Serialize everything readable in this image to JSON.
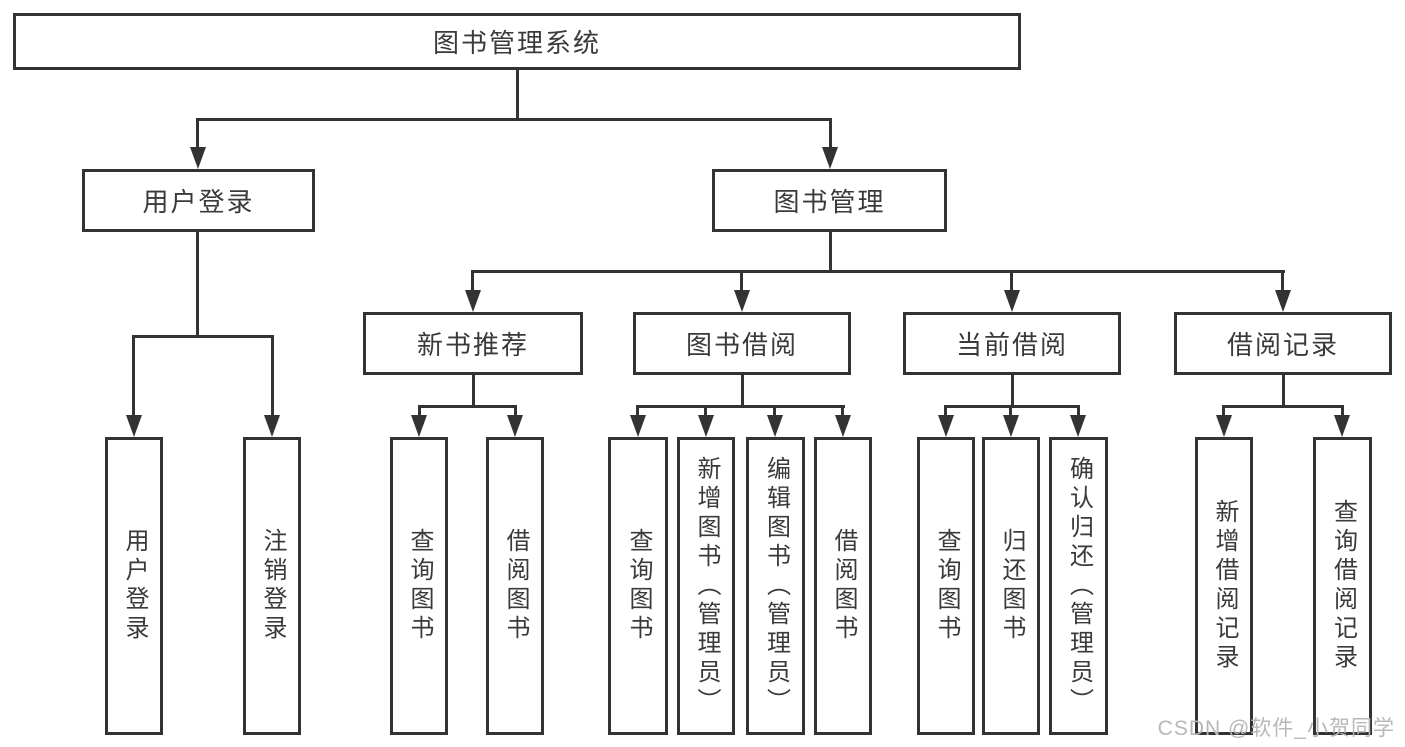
{
  "tree": {
    "root": {
      "label": "图书管理系统"
    },
    "branches": [
      {
        "label": "用户登录",
        "children": [
          {
            "label": "用户登录"
          },
          {
            "label": "注销登录"
          }
        ]
      },
      {
        "label": "图书管理",
        "children": [
          {
            "label": "新书推荐",
            "children": [
              {
                "label": "查询图书"
              },
              {
                "label": "借阅图书"
              }
            ]
          },
          {
            "label": "图书借阅",
            "children": [
              {
                "label": "查询图书"
              },
              {
                "label": "新增图书（管理员）"
              },
              {
                "label": "编辑图书（管理员）"
              },
              {
                "label": "借阅图书"
              }
            ]
          },
          {
            "label": "当前借阅",
            "children": [
              {
                "label": "查询图书"
              },
              {
                "label": "归还图书"
              },
              {
                "label": "确认归还（管理员）"
              }
            ]
          },
          {
            "label": "借阅记录",
            "children": [
              {
                "label": "新增借阅记录"
              },
              {
                "label": "查询借阅记录"
              }
            ]
          }
        ]
      }
    ]
  },
  "watermark": "CSDN @软件_小贺同学",
  "colors": {
    "line": "#333333",
    "text": "#3a3a3a",
    "node_background": "#ffffff",
    "watermark": "#b8b8b8",
    "page_background": "#ffffff"
  }
}
